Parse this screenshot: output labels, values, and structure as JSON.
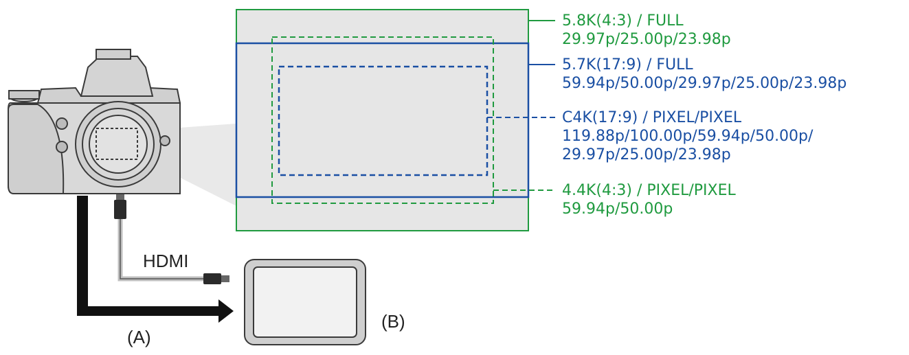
{
  "colors": {
    "green": "#1f9a3f",
    "blue": "#1a4fa3",
    "sensor_fill": "#e6e6e6",
    "camera_body": "#d9d9d9"
  },
  "labels": {
    "full_43": {
      "line1": "5.8K(4:3) / FULL",
      "line2": "29.97p/25.00p/23.98p"
    },
    "full_179": {
      "line1": "5.7K(17:9) / FULL",
      "line2": "59.94p/50.00p/29.97p/25.00p/23.98p"
    },
    "pixel_179": {
      "line1": "C4K(17:9) / PIXEL/PIXEL",
      "line2": "119.88p/100.00p/59.94p/50.00p/",
      "line3": "29.97p/25.00p/23.98p"
    },
    "pixel_43": {
      "line1": "4.4K(4:3) / PIXEL/PIXEL",
      "line2": "59.94p/50.00p"
    },
    "hdmi": "HDMI",
    "label_a": "(A)",
    "label_b": "(B)"
  },
  "icons": [
    "camera-icon",
    "hdmi-cable-icon",
    "external-monitor-icon",
    "output-arrow-icon"
  ]
}
